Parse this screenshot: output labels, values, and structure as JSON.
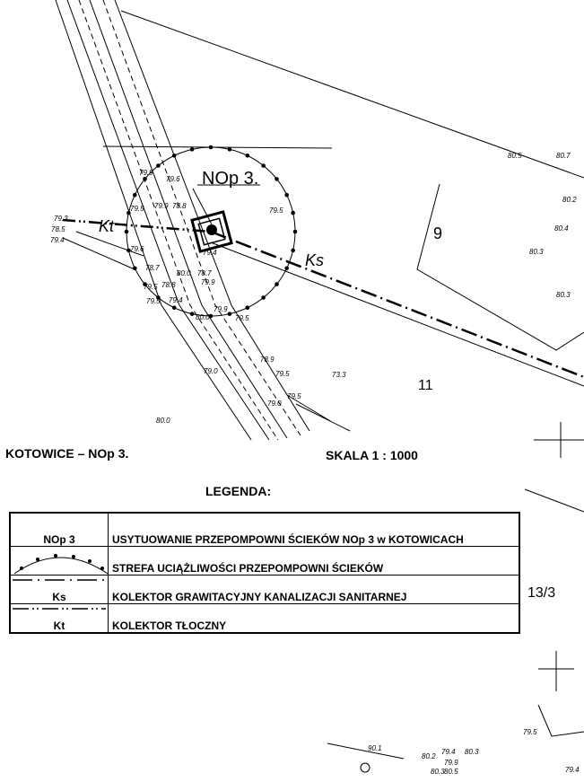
{
  "map": {
    "station_label": "NOp 3.",
    "line_labels": {
      "kt": "Kt",
      "ks": "Ks"
    },
    "parcels": [
      "9",
      "11",
      "13/3"
    ],
    "spot_heights": [
      "79.3",
      "78.5",
      "79.4",
      "79.9",
      "79.6",
      "79.5",
      "79.9",
      "78.8",
      "79.5",
      "79.4",
      "79.6",
      "78.7",
      "80.0",
      "78.7",
      "79.9",
      "79.5",
      "78.8",
      "79.5",
      "79.4",
      "79.9",
      "80.0",
      "79.5",
      "78.9",
      "79.0",
      "79.5",
      "73.3",
      "79.5",
      "79.0",
      "80.0",
      "80.5",
      "80.7",
      "80.2",
      "80.4",
      "80.3",
      "80.3",
      "79.5",
      "90.1",
      "80.2",
      "79.4",
      "80.3",
      "79.9",
      "80.3",
      "80.5",
      "79.4"
    ]
  },
  "caption": {
    "left": "KOTOWICE – NOp 3.",
    "right": "SKALA 1 : 1000"
  },
  "legend": {
    "title": "LEGENDA:",
    "rows": [
      {
        "symbol": "NOp 3",
        "text": "USYTUOWANIE PRZEPOMPOWNI ŚCIEKÓW NOp 3  w KOTOWICACH"
      },
      {
        "symbol": "",
        "text": "STREFA UCIĄŻLIWOŚCI PRZEPOMPOWNI ŚCIEKÓW"
      },
      {
        "symbol": "Ks",
        "text": "KOLEKTOR GRAWITACYJNY KANALIZACJI SANITARNEJ"
      },
      {
        "symbol": "Kt",
        "text": "KOLEKTOR TŁOCZNY"
      }
    ]
  }
}
